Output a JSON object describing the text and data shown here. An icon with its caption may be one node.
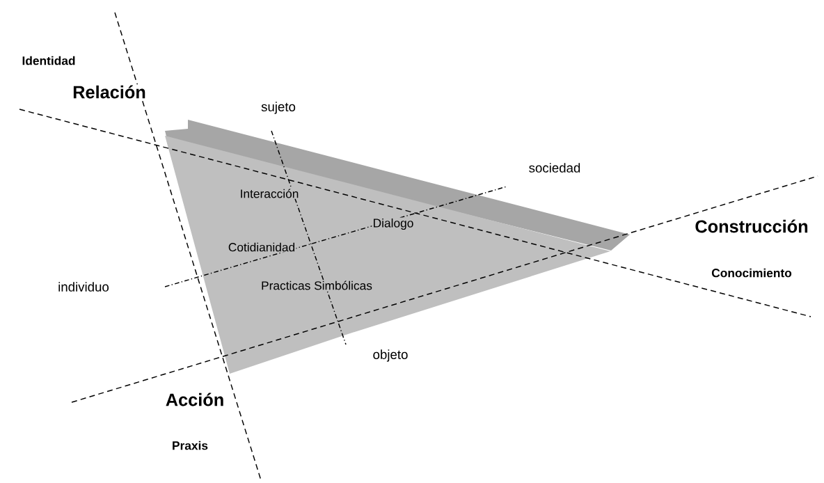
{
  "diagram": {
    "nodes": [
      {
        "text": [
          "Interacción",
          "Dialogo",
          "Cotidianidad",
          "Practicas Simbólicas"
        ]
      }
    ],
    "labels": [
      "Identidad",
      "Relación",
      "sujeto",
      "sociedad",
      "Construcción",
      "individuo",
      "Conocimiento",
      "objeto",
      "Acción",
      "Praxis"
    ]
  }
}
